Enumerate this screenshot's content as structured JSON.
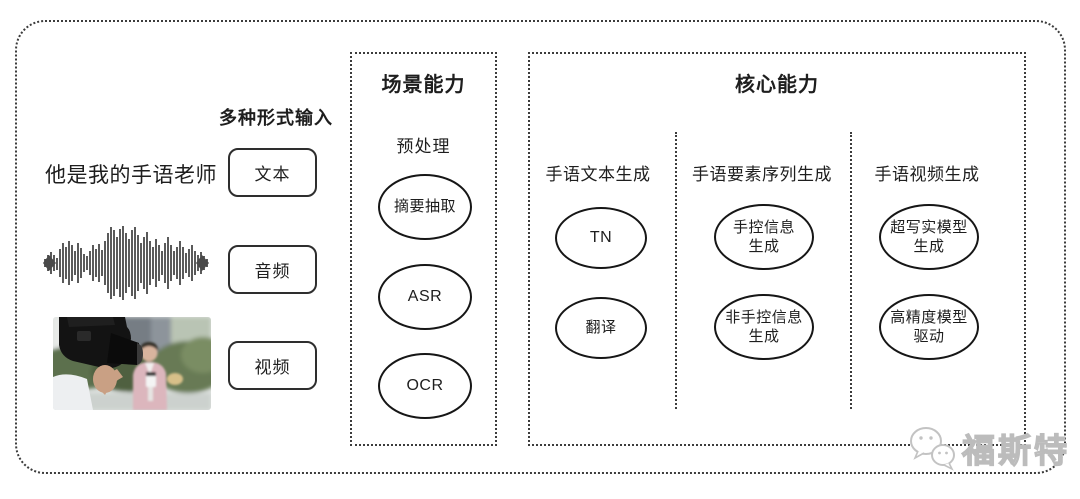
{
  "input_section": {
    "title": "多种形式输入",
    "sample_text": "他是我的手语老师",
    "buttons": [
      {
        "label": "文本"
      },
      {
        "label": "音频"
      },
      {
        "label": "视频"
      }
    ],
    "media": [
      {
        "icon": "audio-waveform"
      },
      {
        "icon": "video-still-reporter"
      }
    ]
  },
  "scene_box": {
    "title": "场景能力",
    "subtitle": "预处理",
    "nodes": [
      {
        "label": "摘要抽取"
      },
      {
        "label": "ASR"
      },
      {
        "label": "OCR"
      }
    ]
  },
  "core_box": {
    "title": "核心能力",
    "columns": [
      {
        "header": "手语文本生成",
        "nodes": [
          {
            "label": "TN"
          },
          {
            "label": "翻译"
          }
        ]
      },
      {
        "header": "手语要素序列生成",
        "nodes": [
          {
            "label": "手控信息\n生成"
          },
          {
            "label": "非手控信息\n生成"
          }
        ]
      },
      {
        "header": "手语视频生成",
        "nodes": [
          {
            "label": "超写实模型\n生成"
          },
          {
            "label": "高精度模型\n驱动"
          }
        ]
      }
    ]
  },
  "watermark": {
    "text": "福斯特",
    "icon": "wechat-bubbles-icon"
  },
  "colors": {
    "line": "#3c3c3c",
    "node_stroke": "#161616",
    "text": "#1e1e1e",
    "watermark": "#bcbcbc",
    "background": "#ffffff"
  }
}
